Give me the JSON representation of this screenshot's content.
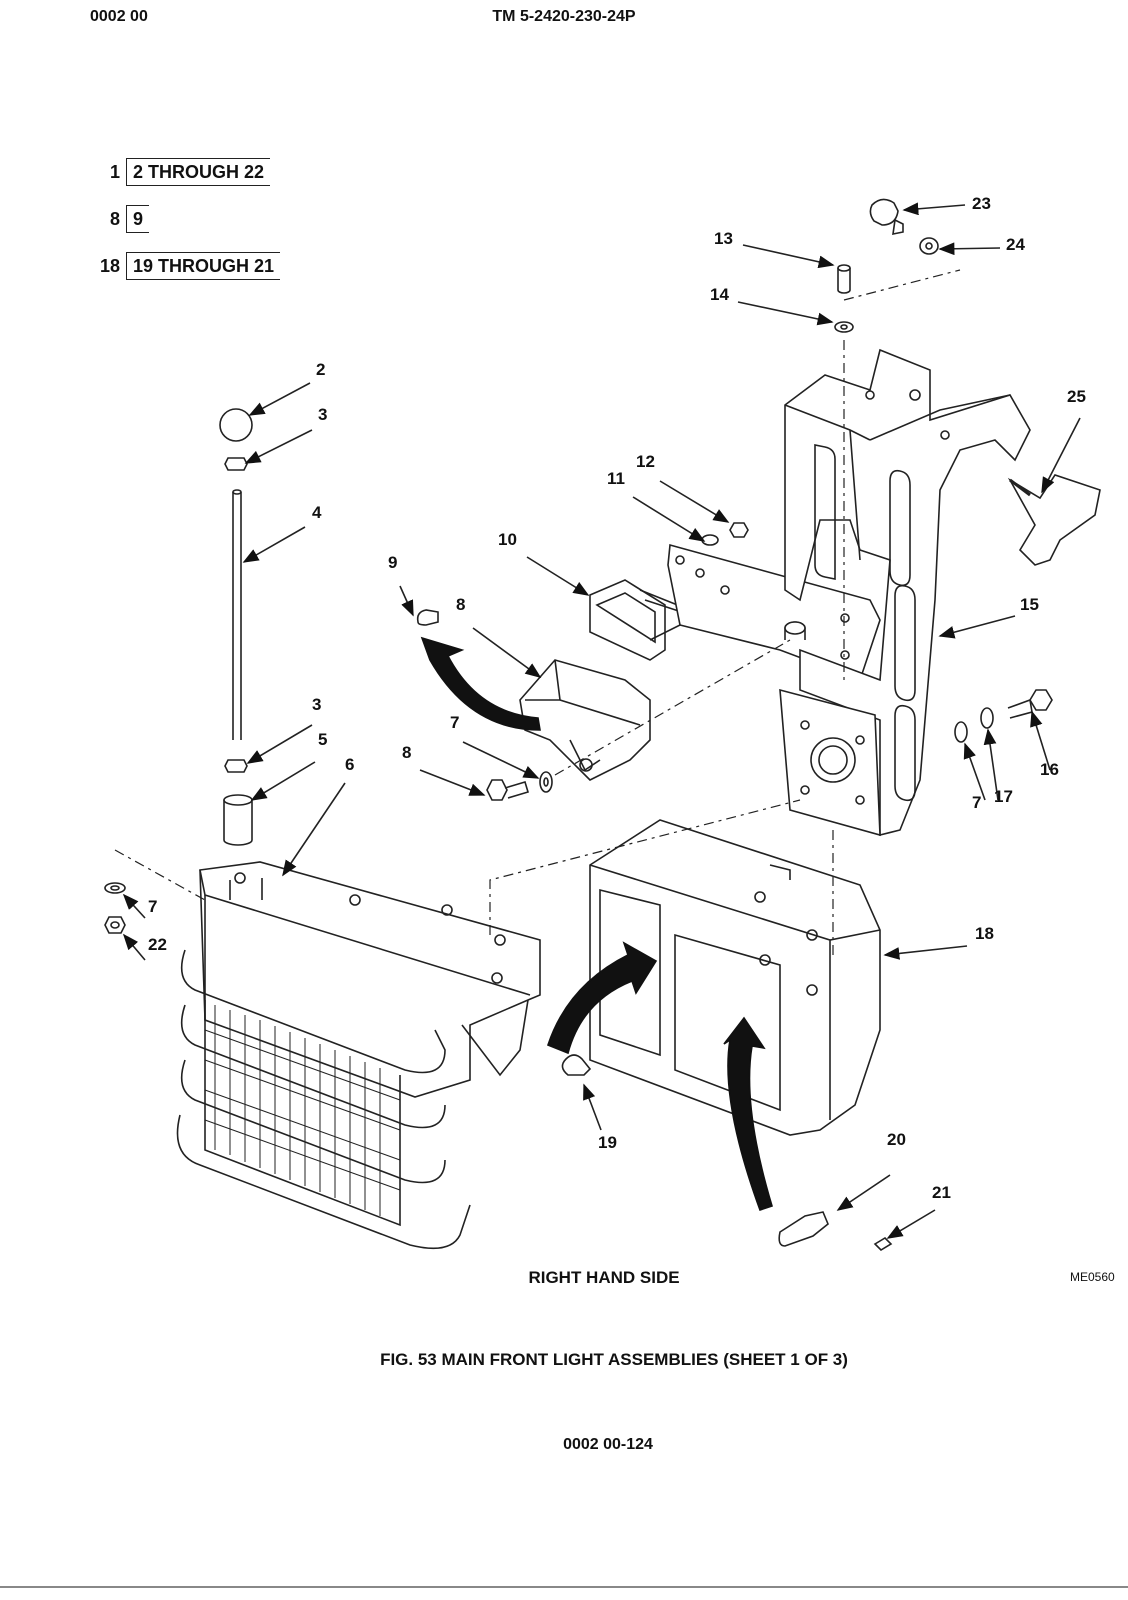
{
  "header": {
    "left": "0002 00",
    "center": "TM 5-2420-230-24P"
  },
  "legend": [
    {
      "index": "1",
      "contents": "2 THROUGH 22"
    },
    {
      "index": "8",
      "contents": "9"
    },
    {
      "index": "18",
      "contents": "19 THROUGH 21"
    }
  ],
  "callouts": [
    "2",
    "3",
    "4",
    "3",
    "5",
    "6",
    "7",
    "22",
    "9",
    "8",
    "7",
    "8",
    "10",
    "11",
    "12",
    "13",
    "14",
    "23",
    "24",
    "25",
    "15",
    "16",
    "17",
    "7",
    "18",
    "19",
    "20",
    "21"
  ],
  "side_label": "RIGHT HAND SIDE",
  "drawing_code": "ME0560",
  "figure_caption": "FIG. 53  MAIN FRONT LIGHT ASSEMBLIES (SHEET 1 OF 3)",
  "page_number": "0002 00-124"
}
